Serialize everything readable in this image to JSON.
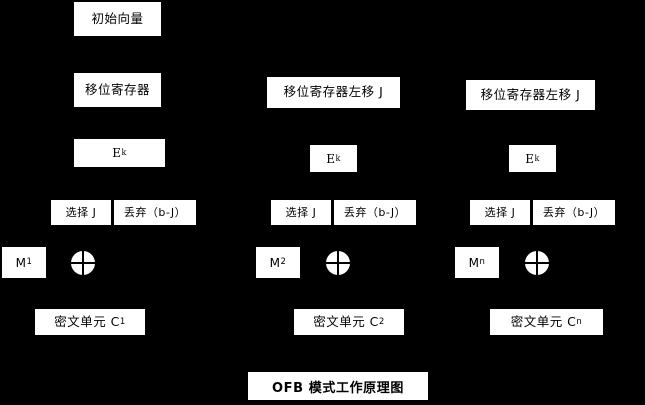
{
  "diagram": {
    "title": "OFB 模式工作原理图",
    "background_color": "#000000",
    "box_color": "#ffffff",
    "text_color": "#000000",
    "initial_vector": "初始向量",
    "shift_register": "移位寄存器",
    "shift_register_left": "移位寄存器左移 J",
    "encrypt_label": "E",
    "encrypt_sub": "k",
    "select_label": "选择 J",
    "discard_label": "丢弃（b-J）",
    "xor_icon": "xor-circle-plus",
    "columns": [
      {
        "id": "col1",
        "top_box": "初始向量",
        "register_box": "移位寄存器",
        "cipher_fn": "E",
        "cipher_fn_sub": "k",
        "select": "选择 J",
        "discard": "丢弃（b-J）",
        "plaintext": "M",
        "plaintext_sub": "1",
        "ciphertext": "密文单元 C",
        "ciphertext_sub": "1"
      },
      {
        "id": "col2",
        "register_box": "移位寄存器左移 J",
        "cipher_fn": "E",
        "cipher_fn_sub": "k",
        "select": "选择 J",
        "discard": "丢弃（b-J）",
        "plaintext": "M",
        "plaintext_sub": "2",
        "ciphertext": "密文单元 C",
        "ciphertext_sub": "2"
      },
      {
        "id": "col3",
        "register_box": "移位寄存器左移 J",
        "cipher_fn": "E",
        "cipher_fn_sub": "k",
        "select": "选择 J",
        "discard": "丢弃（b-J）",
        "plaintext": "M",
        "plaintext_sub": "n",
        "ciphertext": "密文单元 C",
        "ciphertext_sub": "n"
      }
    ]
  }
}
